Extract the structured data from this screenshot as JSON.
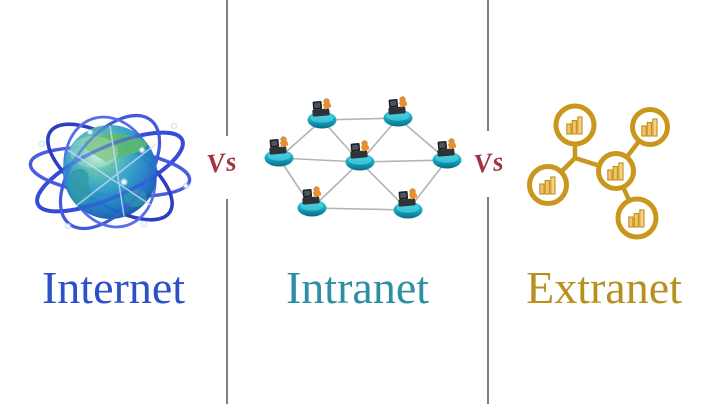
{
  "sections": [
    {
      "id": "internet",
      "label": "Internet",
      "label_color": "#2b50c8",
      "icon": "globe-network-icon"
    },
    {
      "id": "intranet",
      "label": "Intranet",
      "label_color": "#2e8fa3",
      "icon": "mesh-network-icon",
      "node_count": 7
    },
    {
      "id": "extranet",
      "label": "Extranet",
      "label_color": "#b8901f",
      "icon": "chart-node-network-icon",
      "node_count": 5
    }
  ],
  "separators": [
    {
      "label": "Vs",
      "color": "#a23442"
    },
    {
      "label": "Vs",
      "color": "#a23442"
    }
  ],
  "colors": {
    "background": "#ffffff",
    "divider": "#7e7e7e",
    "internet_ring_blue": "#2b3fd0",
    "globe_ocean_blue": "#1b72c0",
    "globe_land_green": "#5fb96a",
    "intranet_disc_teal": "#17a3bd",
    "mesh_edge_gray": "#b3b3b3",
    "workstation_orange": "#e8912a",
    "extranet_gold": "#c9971c",
    "extranet_bar_fill": "#f0c468"
  }
}
